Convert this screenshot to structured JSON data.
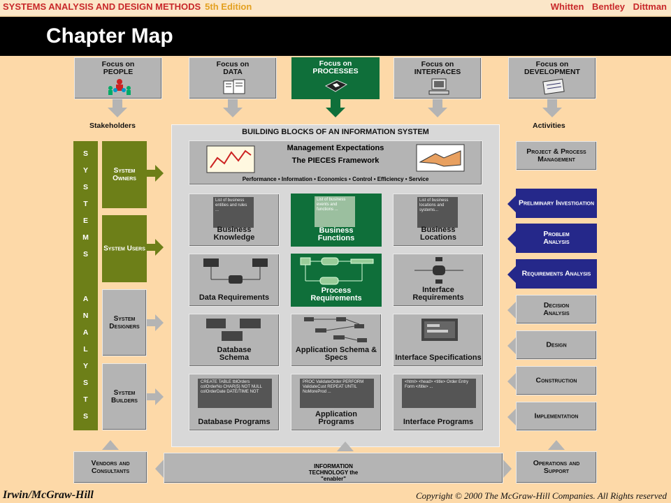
{
  "header": {
    "book_title": "SYSTEMS ANALYSIS AND DESIGN METHODS",
    "edition": "5th Edition",
    "authors": "Whitten Bentley Dittman"
  },
  "slide_title": "Chapter Map",
  "focus": {
    "people": "Focus on PEOPLE",
    "data": "Focus on DATA",
    "processes": "Focus on PROCESSES",
    "interfaces": "Focus on INTERFACES",
    "development": "Focus on DEVELOPMENT"
  },
  "stakeholders_label": "Stakeholders",
  "activities_label": "Activities",
  "building_blocks_title": "BUILDING BLOCKS OF AN INFORMATION SYSTEM",
  "management": {
    "title": "Management Expectations",
    "framework": "The PIECES Framework",
    "items": [
      "Performance",
      "Information",
      "Economics",
      "Control",
      "Efficiency",
      "Service"
    ]
  },
  "knowledge": {
    "data_note": "List of business entities and rules ...",
    "data_label": "Business Knowledge",
    "process_note": "List of business events and functions ...",
    "process_label": "Business Functions",
    "interface_note": "List of business locations and systems...",
    "interface_label": "Business Locations"
  },
  "requirements": {
    "data": "Data Requirements",
    "process": "Process Requirements",
    "interface": "Interface Requirements"
  },
  "specs": {
    "data": "Database Schema",
    "process": "Application Schema & Specs",
    "interface": "Interface Specifications"
  },
  "programs": {
    "data_code": "CREATE TABLE tblOrders colOrderNo CHAR(5) NOT NULL colOrderDate DATE/TIME NOT",
    "data_label": "Database Programs",
    "process_code": "PROC ValidateOrder PERFORM ValidateCust REPEAT UNTIL NoMoreProd ...",
    "process_label": "Application Programs",
    "interface_code": "<html> <head> <title> Order Entry Form </title> ...",
    "interface_label": "Interface Programs"
  },
  "systems_analysts_letters": [
    "S",
    "Y",
    "S",
    "T",
    "E",
    "M",
    "S",
    "A",
    "N",
    "A",
    "L",
    "Y",
    "S",
    "T",
    "S"
  ],
  "stakeholders": {
    "owners": "System Owners",
    "users": "System Users",
    "designers": "System Designers",
    "builders": "System Builders"
  },
  "activities": {
    "project": "Project & Process Management",
    "preliminary": "Preliminary Investigation",
    "problem": "Problem Analysis",
    "requirements": "Requirements Analysis",
    "decision": "Decision Analysis",
    "design": "Design",
    "construction": "Construction",
    "implementation": "Implementation",
    "operations": "Operations and Support"
  },
  "bottom": {
    "vendors": "Vendors and Consultants",
    "it_enabler": "INFORMATION TECHNOLOGY the \"enabler\""
  },
  "footer": {
    "publisher": "Irwin/McGraw-Hill",
    "copyright": "Copyright © 2000 The McGraw-Hill Companies. All Rights reserved"
  },
  "colors": {
    "background": "#fdd9a8",
    "gray_box": "#b4b4b4",
    "process_green": "#0f6f3a",
    "stakeholder_olive": "#6d7f18",
    "analysis_navy": "#25288a",
    "header_red": "#c8282a"
  },
  "icons": [
    "people-icon",
    "data-icon",
    "processes-icon",
    "interfaces-icon",
    "development-icon",
    "chart-icon",
    "handshake-icon"
  ]
}
